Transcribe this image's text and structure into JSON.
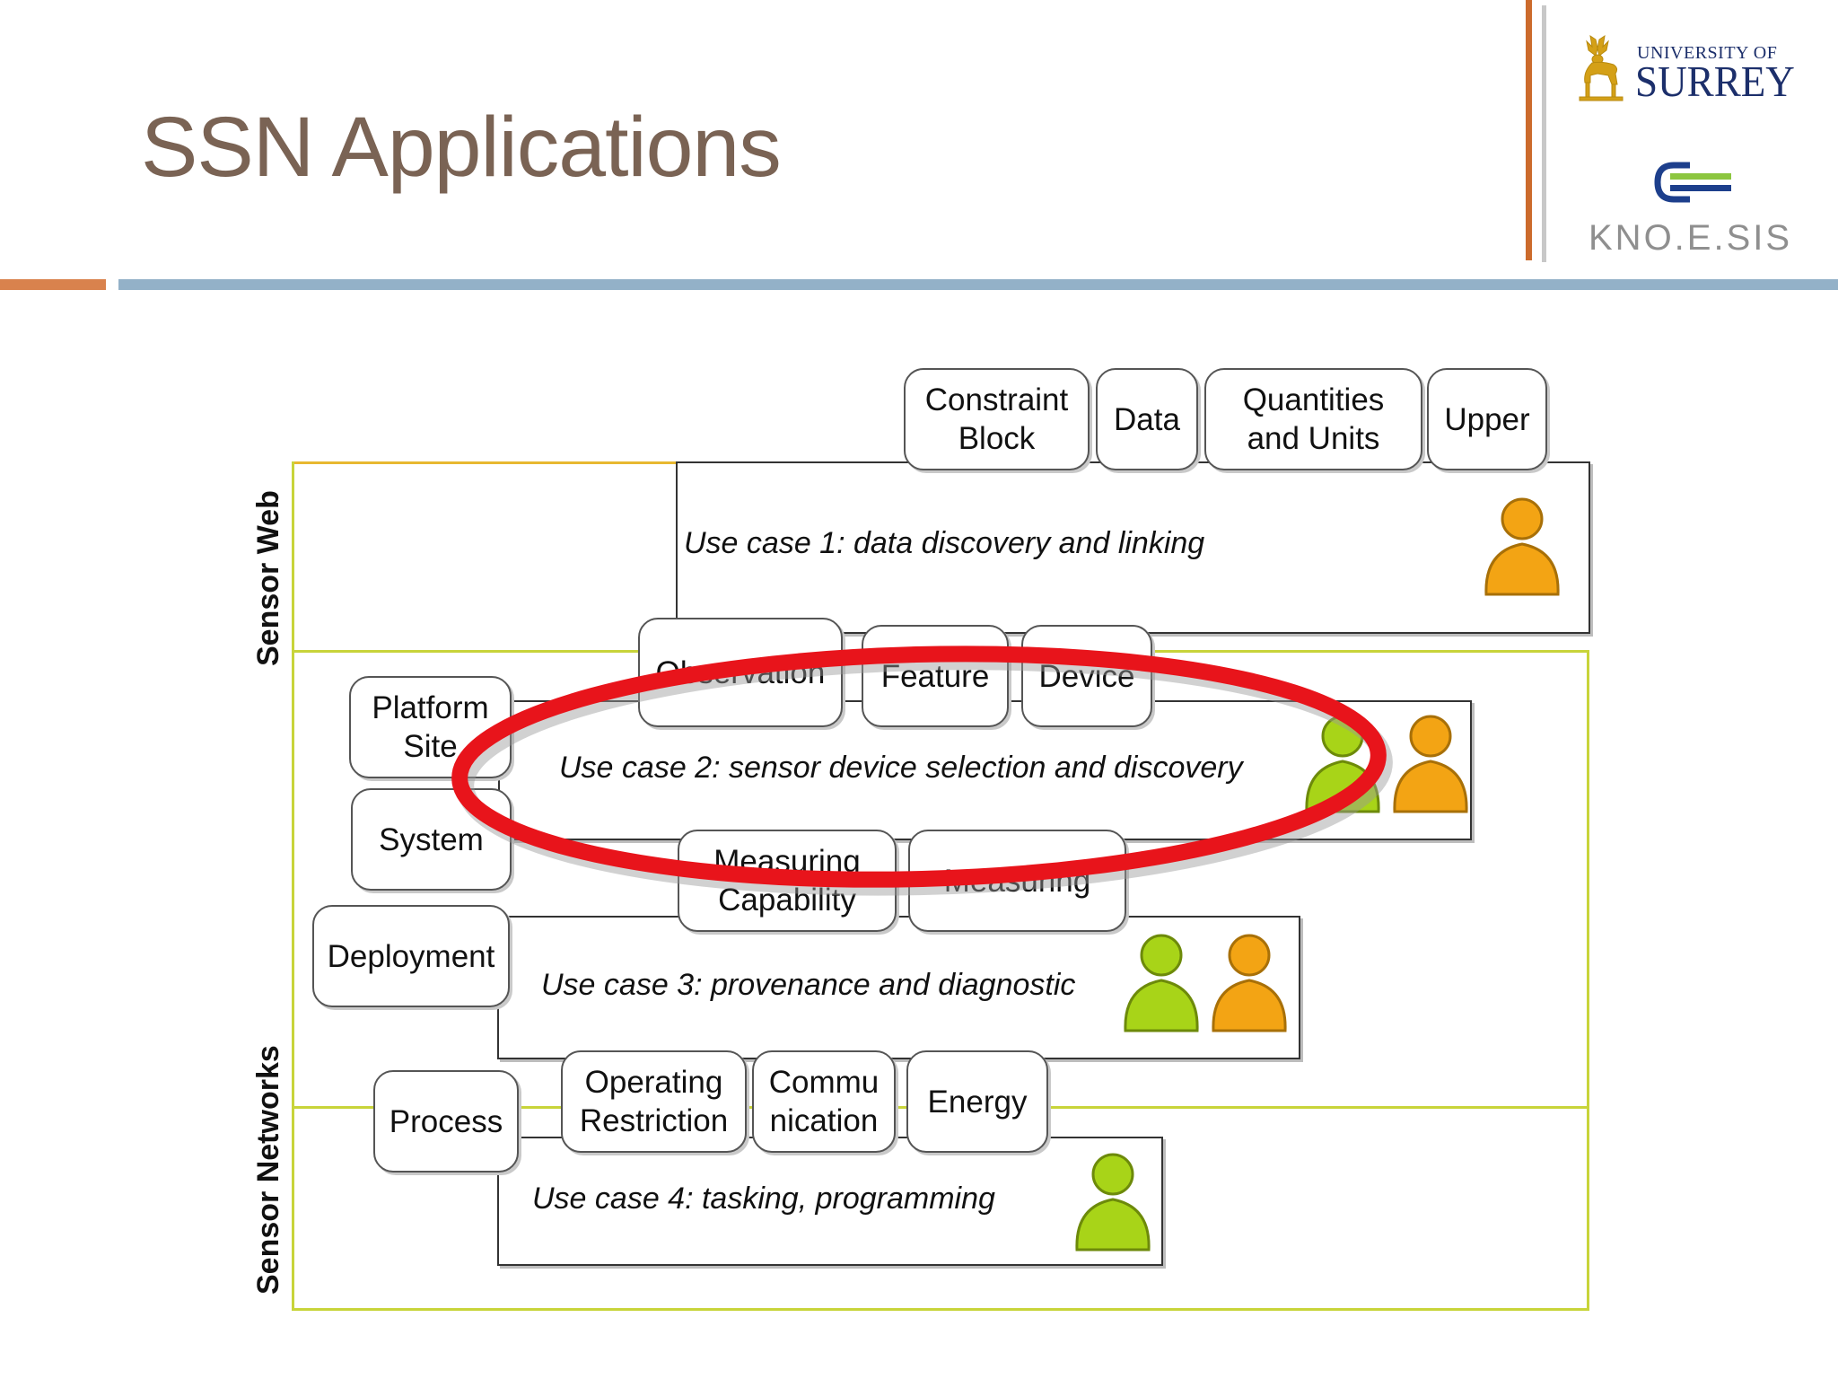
{
  "slide": {
    "title": "SSN Applications"
  },
  "logos": {
    "university_top": "UNIVERSITY OF",
    "university_main": "SURREY",
    "lab": "KNO.E.SIS",
    "stag_icon": "stag-icon",
    "knoesis_icon": "knoesis-e-icon"
  },
  "diagram": {
    "bands": {
      "sensor_web": "Sensor Web",
      "sensor_networks": "Sensor Networks"
    },
    "concepts": {
      "constraint_block": "Constraint\nBlock",
      "data": "Data",
      "quantities_units": "Quantities\nand Units",
      "upper": "Upper",
      "observation": "Observation",
      "feature": "Feature",
      "device": "Device",
      "platform_site": "Platform\nSite",
      "system": "System",
      "measuring_capability": "Measuring\nCapability",
      "measuring": "Measuring",
      "deployment": "Deployment",
      "process": "Process",
      "operating_restriction": "Operating\nRestriction",
      "communication": "Commu\nnication",
      "energy": "Energy"
    },
    "use_cases": {
      "uc1": "Use case 1: data discovery and linking",
      "uc2": "Use case 2: sensor device selection and discovery",
      "uc3": "Use case 3: provenance and diagnostic",
      "uc4": "Use case 4: tasking, programming"
    },
    "colors": {
      "highlight_ellipse": "#e8141b",
      "person_green": "#a8d418",
      "person_orange": "#f3a414",
      "band_line": "#c8d43a",
      "web_top_line": "#e8b830"
    }
  }
}
